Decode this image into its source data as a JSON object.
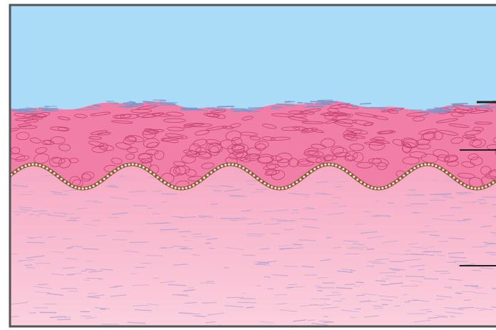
{
  "diagram": {
    "colors": {
      "lumen": "#aadcf8",
      "surface_cells": "#8095c8",
      "epithelium": "#f07ea7",
      "cell_outline": "#c53d6f",
      "basement_membrane": "#8a5a3a",
      "membrane_beads": "#f4e6cf",
      "connective_tissue_top": "#f6a9c4",
      "connective_tissue_bottom": "#fbd0de",
      "fibers": "#b4a2cf",
      "frame": "#555555",
      "pointer_lines": "#222222"
    },
    "layers": [
      {
        "name": "lumen",
        "pointer": false
      },
      {
        "name": "surface-cells",
        "pointer": true
      },
      {
        "name": "epithelium",
        "pointer": true
      },
      {
        "name": "basement-membrane",
        "pointer": false
      },
      {
        "name": "connective-tissue",
        "pointer": true
      }
    ]
  }
}
